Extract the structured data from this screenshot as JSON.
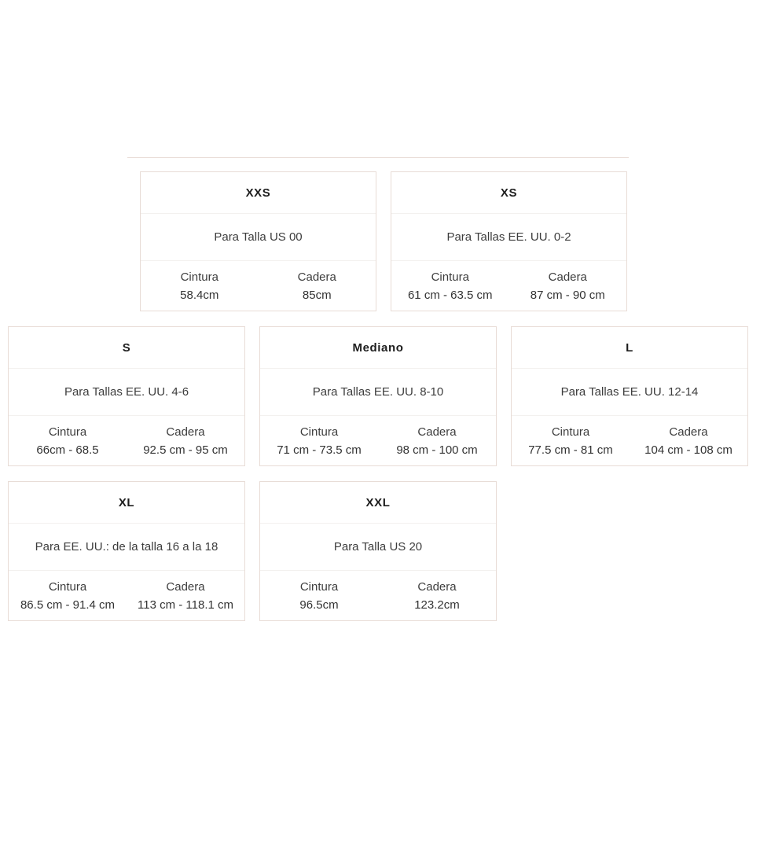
{
  "colors": {
    "card_border": "#e8dcd6",
    "inner_divider": "#f3f1ef",
    "title_text": "#1d1d1d",
    "body_text": "#3d3d3d"
  },
  "cards": [
    {
      "title": "XXS",
      "description": "Para Talla US 00",
      "measurements": [
        {
          "label": "Cintura",
          "value": "58.4cm"
        },
        {
          "label": "Cadera",
          "value": "85cm"
        }
      ]
    },
    {
      "title": "XS",
      "description": "Para Tallas EE. UU. 0-2",
      "measurements": [
        {
          "label": "Cintura",
          "value": "61 cm - 63.5 cm"
        },
        {
          "label": "Cadera",
          "value": "87 cm - 90 cm"
        }
      ]
    },
    {
      "title": "S",
      "description": "Para Tallas EE. UU. 4-6",
      "measurements": [
        {
          "label": "Cintura",
          "value": "66cm - 68.5"
        },
        {
          "label": "Cadera",
          "value": "92.5 cm - 95 cm"
        }
      ]
    },
    {
      "title": "Mediano",
      "description": "Para Tallas EE. UU. 8-10",
      "measurements": [
        {
          "label": "Cintura",
          "value": "71 cm - 73.5 cm"
        },
        {
          "label": "Cadera",
          "value": "98 cm - 100 cm"
        }
      ]
    },
    {
      "title": "L",
      "description": "Para Tallas EE. UU. 12-14",
      "measurements": [
        {
          "label": "Cintura",
          "value": "77.5 cm - 81 cm"
        },
        {
          "label": "Cadera",
          "value": "104 cm - 108 cm"
        }
      ]
    },
    {
      "title": "XL",
      "description": "Para EE. UU.: de la talla 16 a la 18",
      "measurements": [
        {
          "label": "Cintura",
          "value": "86.5 cm - 91.4 cm"
        },
        {
          "label": "Cadera",
          "value": "113 cm - 118.1 cm"
        }
      ]
    },
    {
      "title": "XXL",
      "description": "Para Talla US 20",
      "measurements": [
        {
          "label": "Cintura",
          "value": "96.5cm"
        },
        {
          "label": "Cadera",
          "value": "123.2cm"
        }
      ]
    }
  ],
  "layout": {
    "rows": [
      [
        0,
        1
      ],
      [
        2,
        3,
        4
      ],
      [
        5,
        6
      ]
    ]
  }
}
